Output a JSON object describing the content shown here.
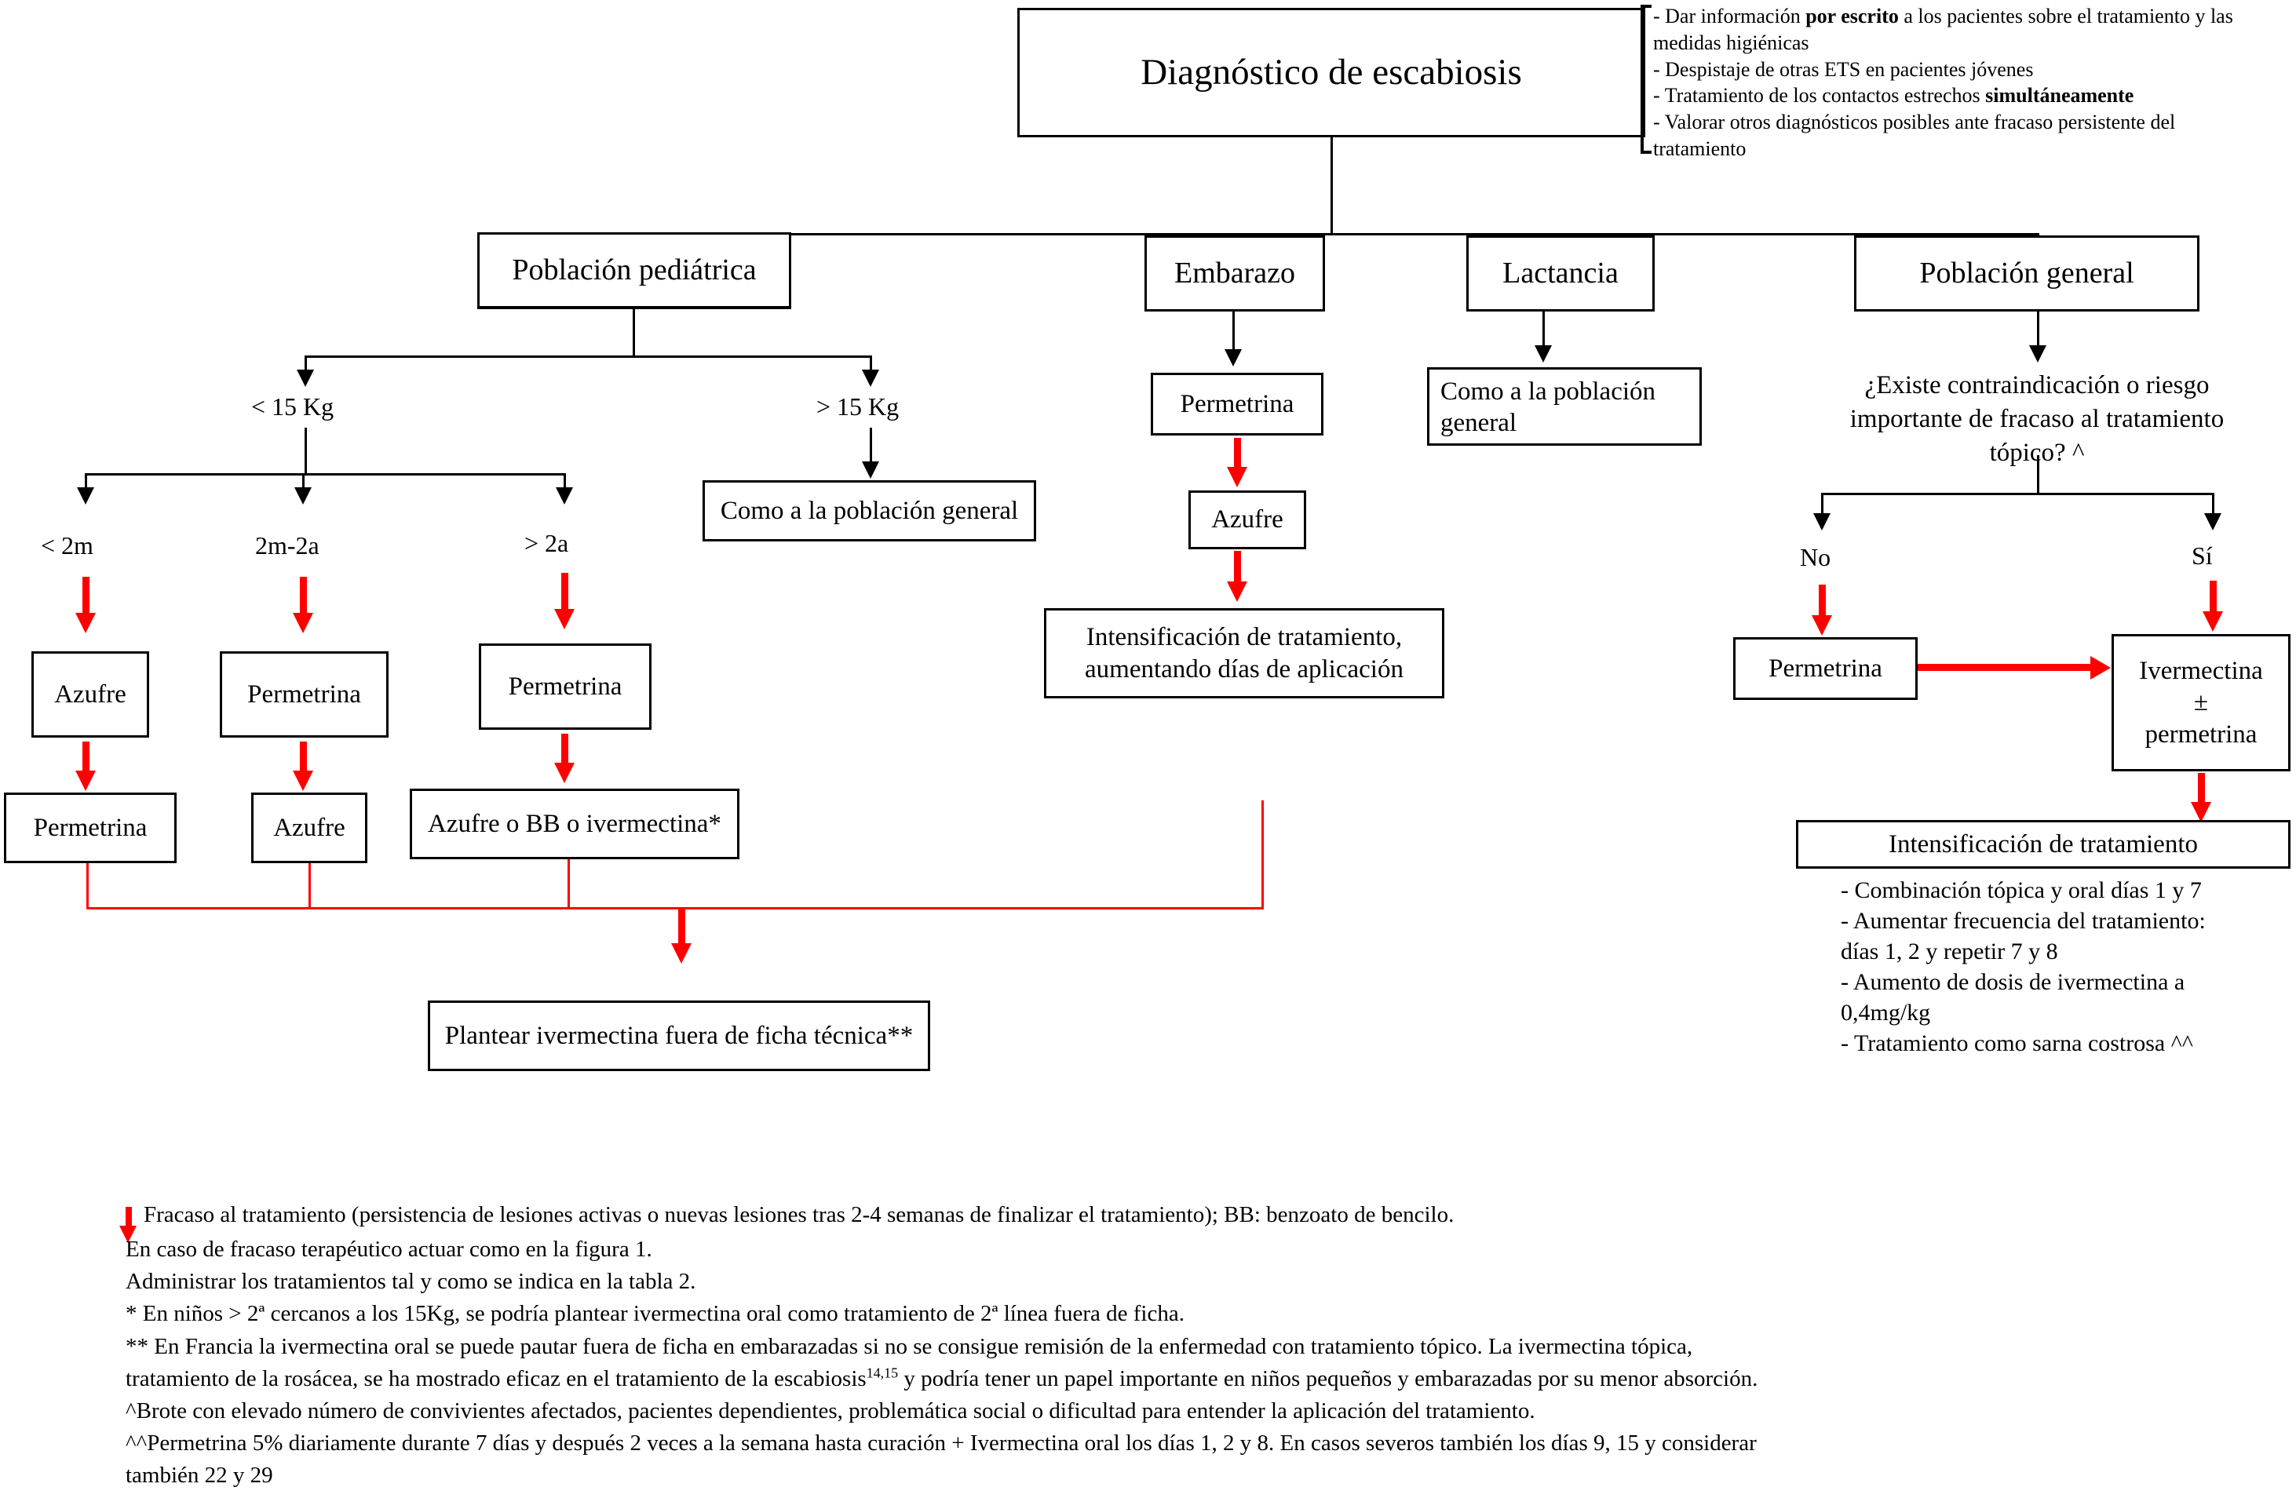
{
  "title_box": {
    "label": "Diagnóstico de escabiosis"
  },
  "header_notes": {
    "lines": [
      "- Dar información por escrito a los pacientes sobre el tratamiento y las medidas higiénicas",
      "- Despistaje de otras ETS en pacientes jóvenes",
      "- Tratamiento de los contactos estrechos simultáneamente",
      "- Valorar otros diagnósticos posibles ante fracaso persistente del tratamiento"
    ],
    "bold_terms": [
      "por escrito",
      "simultáneamente"
    ]
  },
  "branches": {
    "pediatric": {
      "label": "Población pediátrica",
      "weight_low": "< 15 Kg",
      "weight_high": "> 15 Kg",
      "high_box": "Como a la población general",
      "ages": [
        "< 2m",
        "2m-2a",
        "> 2a"
      ],
      "first_line": [
        "Azufre",
        "Permetrina",
        "Permetrina"
      ],
      "second_line": [
        "Permetrina",
        "Azufre",
        "Azufre o BB o ivermectina*"
      ],
      "collector_box": "Plantear ivermectina fuera de ficha técnica**"
    },
    "pregnancy": {
      "label": "Embarazo",
      "step1": "Permetrina",
      "step2": "Azufre",
      "step3": "Intensificación de tratamiento,\naumentando días de aplicación"
    },
    "lactation": {
      "label": "Lactancia",
      "result": "Como a la población\ngeneral"
    },
    "general": {
      "label": "Población general",
      "question": "¿Existe contraindicación o riesgo\nimportante de fracaso al tratamiento\ntópico? ^",
      "answer_no": "No",
      "answer_yes": "Sí",
      "no_box": "Permetrina",
      "yes_box": "Ivermectina\n±\npermetrina",
      "intensification_title": "Intensificación de tratamiento",
      "intensification_items": [
        "- Combinación tópica y oral días 1 y 7",
        "- Aumentar frecuencia del tratamiento:",
        "días 1, 2 y repetir 7 y 8",
        "- Aumento de dosis de ivermectina a",
        "0,4mg/kg",
        "- Tratamiento como sarna costrosa ^^"
      ]
    }
  },
  "footnotes": {
    "legend_line": "Fracaso al tratamiento (persistencia de lesiones activas o nuevas lesiones tras 2-4 semanas de finalizar el tratamiento); BB: benzoato de bencilo.",
    "line2": "En caso de fracaso terapéutico actuar como en la figura 1.",
    "line3": "Administrar los tratamientos tal y como se indica en la tabla 2.",
    "line4": "* En niños > 2ª cercanos a los 15Kg, se podría plantear ivermectina oral como tratamiento de 2ª línea fuera de ficha.",
    "line5a": "** En Francia la ivermectina oral se puede pautar fuera de ficha en embarazadas si no se consigue remisión de la enfermedad con tratamiento tópico. La ivermectina tópica,",
    "line5b_pre": "tratamiento de la rosácea, se ha mostrado eficaz en el tratamiento de la escabiosis",
    "line5b_sup": "14,15",
    "line5b_post": " y podría tener un papel importante en niños pequeños y embarazadas por su menor absorción.",
    "line6": "^Brote con elevado número de convivientes afectados, pacientes dependientes, problemática social o dificultad para entender la aplicación del tratamiento.",
    "line7a": "^^Permetrina 5% diariamente durante 7 días y después 2 veces a la semana hasta curación + Ivermectina oral los días 1, 2 y 8. En casos severos también los días 9, 15 y considerar",
    "line7b": "también 22 y 29"
  },
  "colors": {
    "red": "#FF0000",
    "black": "#000000",
    "background": "#FFFFFF"
  }
}
